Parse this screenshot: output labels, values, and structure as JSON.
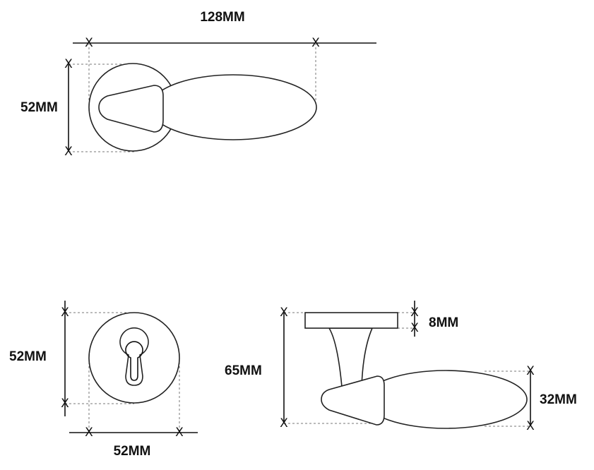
{
  "top_view": {
    "width_label": "128MM",
    "height_label": "52MM"
  },
  "rosette_view": {
    "height_label": "52MM",
    "width_label": "52MM"
  },
  "side_view": {
    "plate_label": "8MM",
    "height_label": "65MM",
    "lever_label": "32MM"
  },
  "marker_glyph": "X"
}
